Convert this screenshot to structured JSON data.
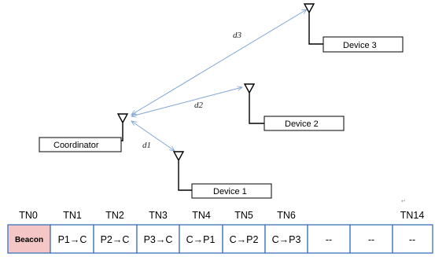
{
  "diagram": {
    "coordinator": {
      "label": "Coordinator"
    },
    "devices": [
      {
        "label": "Device 1",
        "distance_label": "d1"
      },
      {
        "label": "Device 2",
        "distance_label": "d2"
      },
      {
        "label": "Device 3",
        "distance_label": "d3"
      }
    ]
  },
  "superframe": {
    "slot_labels": [
      "TN0",
      "TN1",
      "TN2",
      "TN3",
      "TN4",
      "TN5",
      "TN6",
      "",
      "",
      "TN14"
    ],
    "slots": [
      "Beacon",
      "P1→C",
      "P2→C",
      "P3→C",
      "C→P1",
      "C→P2",
      "C→P3",
      "--",
      "--",
      "--"
    ]
  },
  "colors": {
    "link_line": "#7fa6d6",
    "slot_border": "#3b72b8",
    "beacon_fill": "#f4c6c6",
    "antenna": "#000000"
  }
}
